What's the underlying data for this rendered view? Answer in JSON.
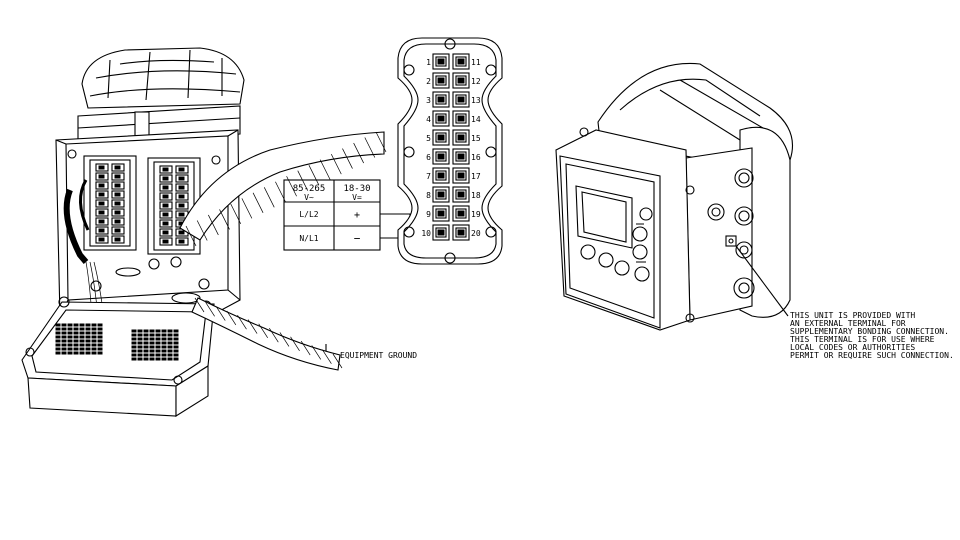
{
  "supply_table": {
    "col1_head_top": "85-265",
    "col1_head_bottom": "V~",
    "col2_head_top": "18-30",
    "col2_head_bottom": "V=",
    "row1_col1": "L/L2",
    "row1_col2": "+",
    "row2_col1": "N/L1",
    "row2_col2": "−"
  },
  "terminal_block": {
    "left_numbers": [
      "1",
      "2",
      "3",
      "4",
      "5",
      "6",
      "7",
      "8",
      "9",
      "10"
    ],
    "right_numbers": [
      "11",
      "12",
      "13",
      "14",
      "15",
      "16",
      "17",
      "18",
      "19",
      "20"
    ]
  },
  "ground_label": "EQUIPMENT GROUND",
  "bonding_note": [
    "THIS UNIT IS PROVIDED WITH",
    "AN EXTERNAL TERMINAL FOR",
    "SUPPLEMENTARY BONDING CONNECTION.",
    "THIS TERMINAL IS FOR USE WHERE",
    "LOCAL CODES OR AUTHORITIES",
    "PERMIT OR REQUIRE SUCH CONNECTION."
  ]
}
